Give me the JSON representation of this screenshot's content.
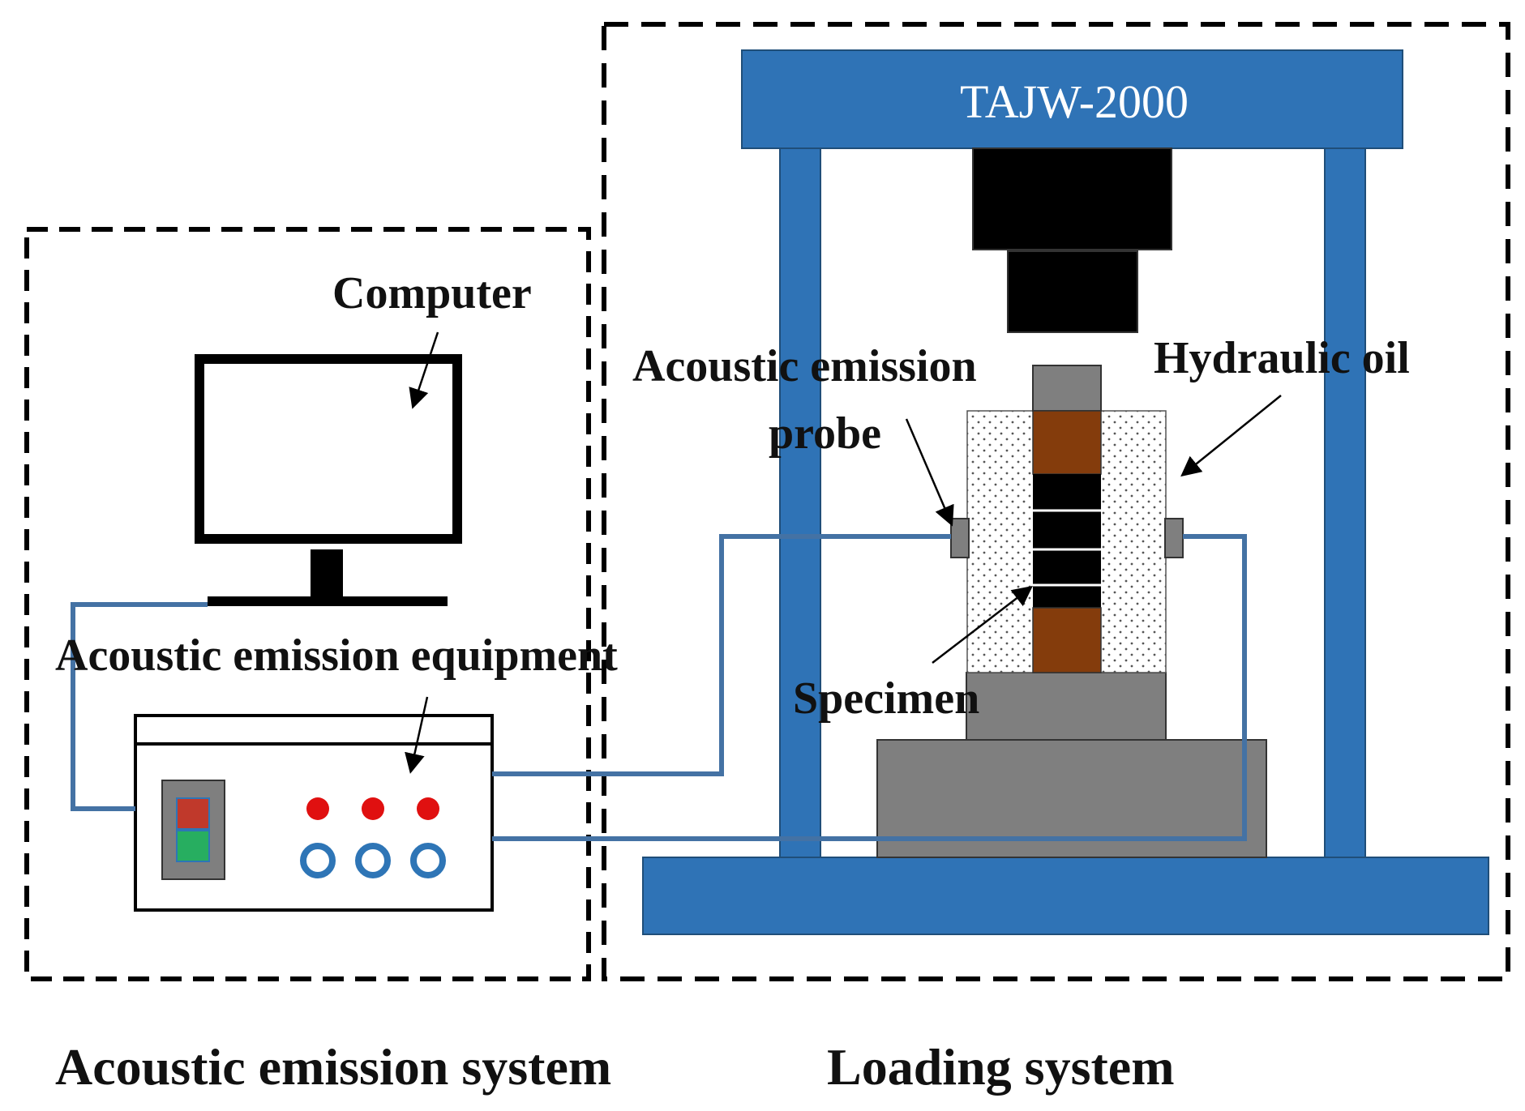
{
  "machine": {
    "model_label": "TAJW-2000"
  },
  "labels": {
    "computer": "Computer",
    "ae_probe_line1": "Acoustic emission",
    "ae_probe_line2": "probe",
    "hydraulic_oil": "Hydraulic oil",
    "ae_equipment": "Acoustic emission equipment",
    "specimen": "Specimen"
  },
  "captions": {
    "ae_system": "Acoustic emission system",
    "loading_system": "Loading system"
  },
  "colors": {
    "frame_blue": "#2f73b6",
    "piston_black": "#000000",
    "platen_gray": "#7f7f7f",
    "rock_brown": "#843c0c",
    "cable_blue": "#4472a4",
    "led_red": "#e01010",
    "ring_blue": "#2e75b6",
    "switch_red": "#c0392b",
    "switch_green": "#27ae60"
  },
  "icons": {
    "computer": "monitor-icon",
    "equipment": "ae-instrument-box",
    "probe": "sensor-block"
  }
}
